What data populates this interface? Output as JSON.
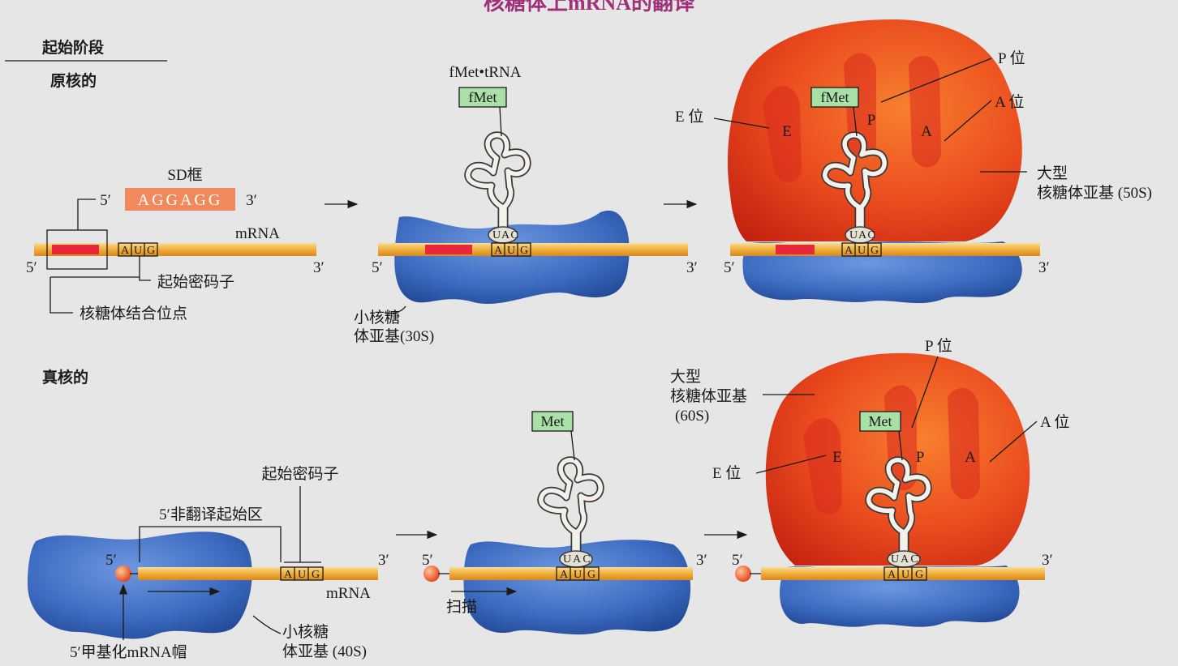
{
  "title": "核糖体上mRNA的翻译",
  "section": {
    "stage": "起始阶段",
    "prokaryote": "原核的",
    "eukaryote": "真核的"
  },
  "prokaryote": {
    "sd_label": "SD框",
    "sd_sequence": "AGGAGG",
    "five_prime": "5′",
    "three_prime": "3′",
    "mrna": "mRNA",
    "start_codon_label": "起始密码子",
    "binding_site_label": "核糖体结合位点",
    "codon": [
      "A",
      "U",
      "G"
    ],
    "anticodon": [
      "U",
      "A",
      "C"
    ],
    "trna_label": "fMet•tRNA",
    "amino_acid": "fMet",
    "small_subunit": [
      "小核糖",
      "体亚基(30S)"
    ],
    "e_site_label": "E 位",
    "p_site_label": "P 位",
    "a_site_label": "A 位",
    "site_e": "E",
    "site_p": "P",
    "site_a": "A",
    "large_subunit": [
      "大型",
      "核糖体亚基 (50S)"
    ]
  },
  "eukaryote": {
    "five_prime": "5′",
    "three_prime": "3′",
    "mrna": "mRNA",
    "start_codon_label": "起始密码子",
    "utr_label": "5′非翻译起始区",
    "cap_label": "5′甲基化mRNA帽",
    "small_subunit": [
      "小核糖",
      "体亚基 (40S)"
    ],
    "scan_label": "扫描",
    "codon": [
      "A",
      "U",
      "G"
    ],
    "anticodon": [
      "U",
      "A",
      "C"
    ],
    "amino_acid": "Met",
    "large_subunit": [
      "大型",
      "核糖体亚基",
      "(60S)"
    ],
    "e_site_label": "E 位",
    "p_site_label": "P 位",
    "a_site_label": "A 位",
    "site_e": "E",
    "site_p": "P",
    "site_a": "A"
  },
  "colors": {
    "title": "#a0307a",
    "sd_box": "#f08a5d",
    "aa_box": "#a8e0a6",
    "small_subunit": "#3f6fc4",
    "large_subunit": "#e8401f",
    "mrna": "#f1b94c",
    "cap": "#e8501f"
  }
}
